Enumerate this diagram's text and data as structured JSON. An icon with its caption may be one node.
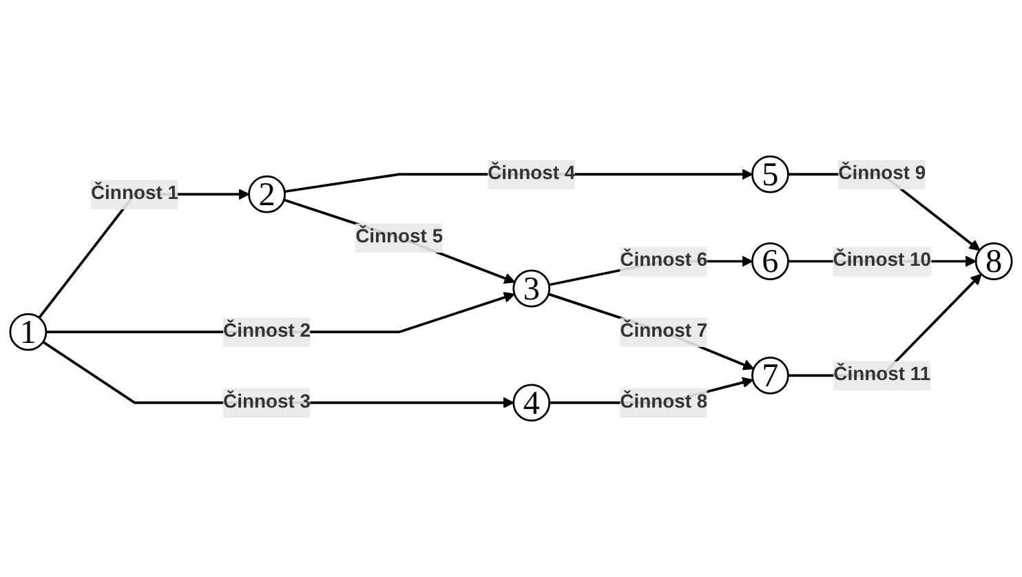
{
  "diagram": {
    "nodes": [
      {
        "text": [
          "1"
        ]
      },
      {
        "text": [
          "2"
        ]
      },
      {
        "text": [
          "3"
        ]
      },
      {
        "text": [
          "4"
        ]
      },
      {
        "text": [
          "5"
        ]
      },
      {
        "text": [
          "6"
        ]
      },
      {
        "text": [
          "7"
        ]
      },
      {
        "text": [
          "8"
        ]
      }
    ],
    "edges": [
      {
        "from": 0,
        "to": 1,
        "arrow": "to",
        "label": "Činnost 1"
      },
      {
        "from": 0,
        "to": 2,
        "arrow": "to",
        "label": "Činnost 2"
      },
      {
        "from": 0,
        "to": 3,
        "arrow": "to",
        "label": "Činnost 3"
      },
      {
        "from": 1,
        "to": 4,
        "arrow": "to",
        "label": "Činnost 4"
      },
      {
        "from": 1,
        "to": 2,
        "arrow": "to",
        "label": "Činnost 5"
      },
      {
        "from": 2,
        "to": 5,
        "arrow": "to",
        "label": "Činnost 6"
      },
      {
        "from": 2,
        "to": 6,
        "arrow": "to",
        "label": "Činnost 7"
      },
      {
        "from": 3,
        "to": 6,
        "arrow": "to",
        "label": "Činnost 8"
      },
      {
        "from": 4,
        "to": 7,
        "arrow": "to",
        "label": "Činnost 9"
      },
      {
        "from": 5,
        "to": 7,
        "arrow": "to",
        "label": "Činnost 10"
      },
      {
        "from": 6,
        "to": 7,
        "arrow": "to",
        "label": "Činnost 11"
      }
    ]
  }
}
